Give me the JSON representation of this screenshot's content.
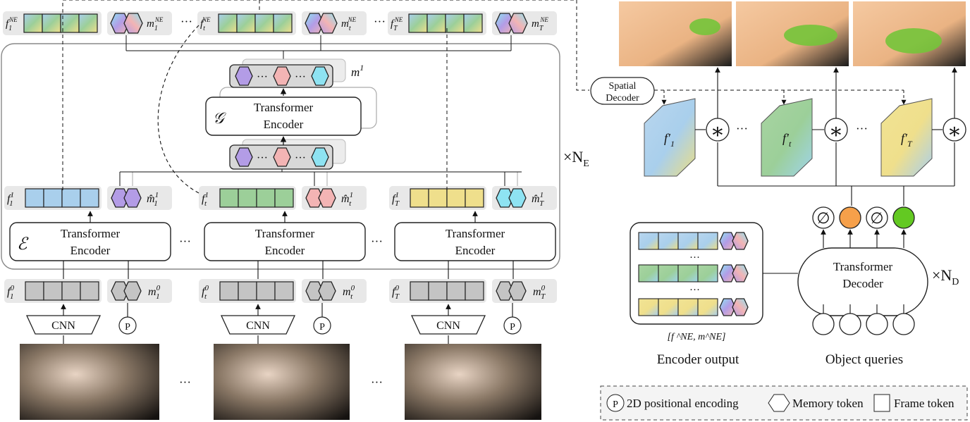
{
  "colors": {
    "blue": "#a9cfec",
    "green": "#9ccf99",
    "yellow": "#efdf8c",
    "grey": "#c4c4c4",
    "purple": "#b39ce6",
    "pink": "#f3b4b4",
    "cyan": "#8ee3f2",
    "orange": "#f6a04a",
    "lime": "#63c922",
    "panel": "#e8e8e8"
  },
  "frames": [
    {
      "feat0": "f",
      "feat0_sub": "1",
      "mem0_sub": "1",
      "featE_sub": "1",
      "memhat_sub": "1",
      "top_sub": "1",
      "color": "blue",
      "mem_color": "purple",
      "encoder_symbol": "ℰ"
    },
    {
      "feat0": "f",
      "feat0_sub": "t",
      "mem0_sub": "t",
      "featE_sub": "t",
      "memhat_sub": "t",
      "top_sub": "t",
      "color": "green",
      "mem_color": "pink",
      "encoder_symbol": ""
    },
    {
      "feat0": "f",
      "feat0_sub": "T",
      "mem0_sub": "T",
      "featE_sub": "T",
      "memhat_sub": "T",
      "top_sub": "T",
      "color": "yellow",
      "mem_color": "cyan",
      "encoder_symbol": ""
    }
  ],
  "labels": {
    "encoder_line1": "Transformer",
    "encoder_line2": "Encoder",
    "cnn": "CNN",
    "pos": "P",
    "ellipsis": "···",
    "g_symbol": "𝒢",
    "m1_label": "m",
    "m1_sup": "1",
    "ne_label": "×N",
    "ne_sub": "E",
    "nd_label": "×N",
    "nd_sub": "D",
    "spatial_line1": "Spatial",
    "spatial_line2": "Decoder",
    "decoder_line1": "Transformer",
    "decoder_line2": "Decoder",
    "encoder_output_caption": "Encoder output",
    "encoder_output_formula": "[f ^NE, m^NE]",
    "object_queries_caption": "Object queries",
    "empty_symbol": "∅",
    "conv_symbol": "∗",
    "fprime_subs": [
      "1",
      "t",
      "T"
    ]
  },
  "legend": {
    "positional": "2D positional encoding",
    "memory": "Memory token",
    "frame": "Frame token"
  },
  "images": {
    "input_frames": 3,
    "output_frames": 3
  }
}
